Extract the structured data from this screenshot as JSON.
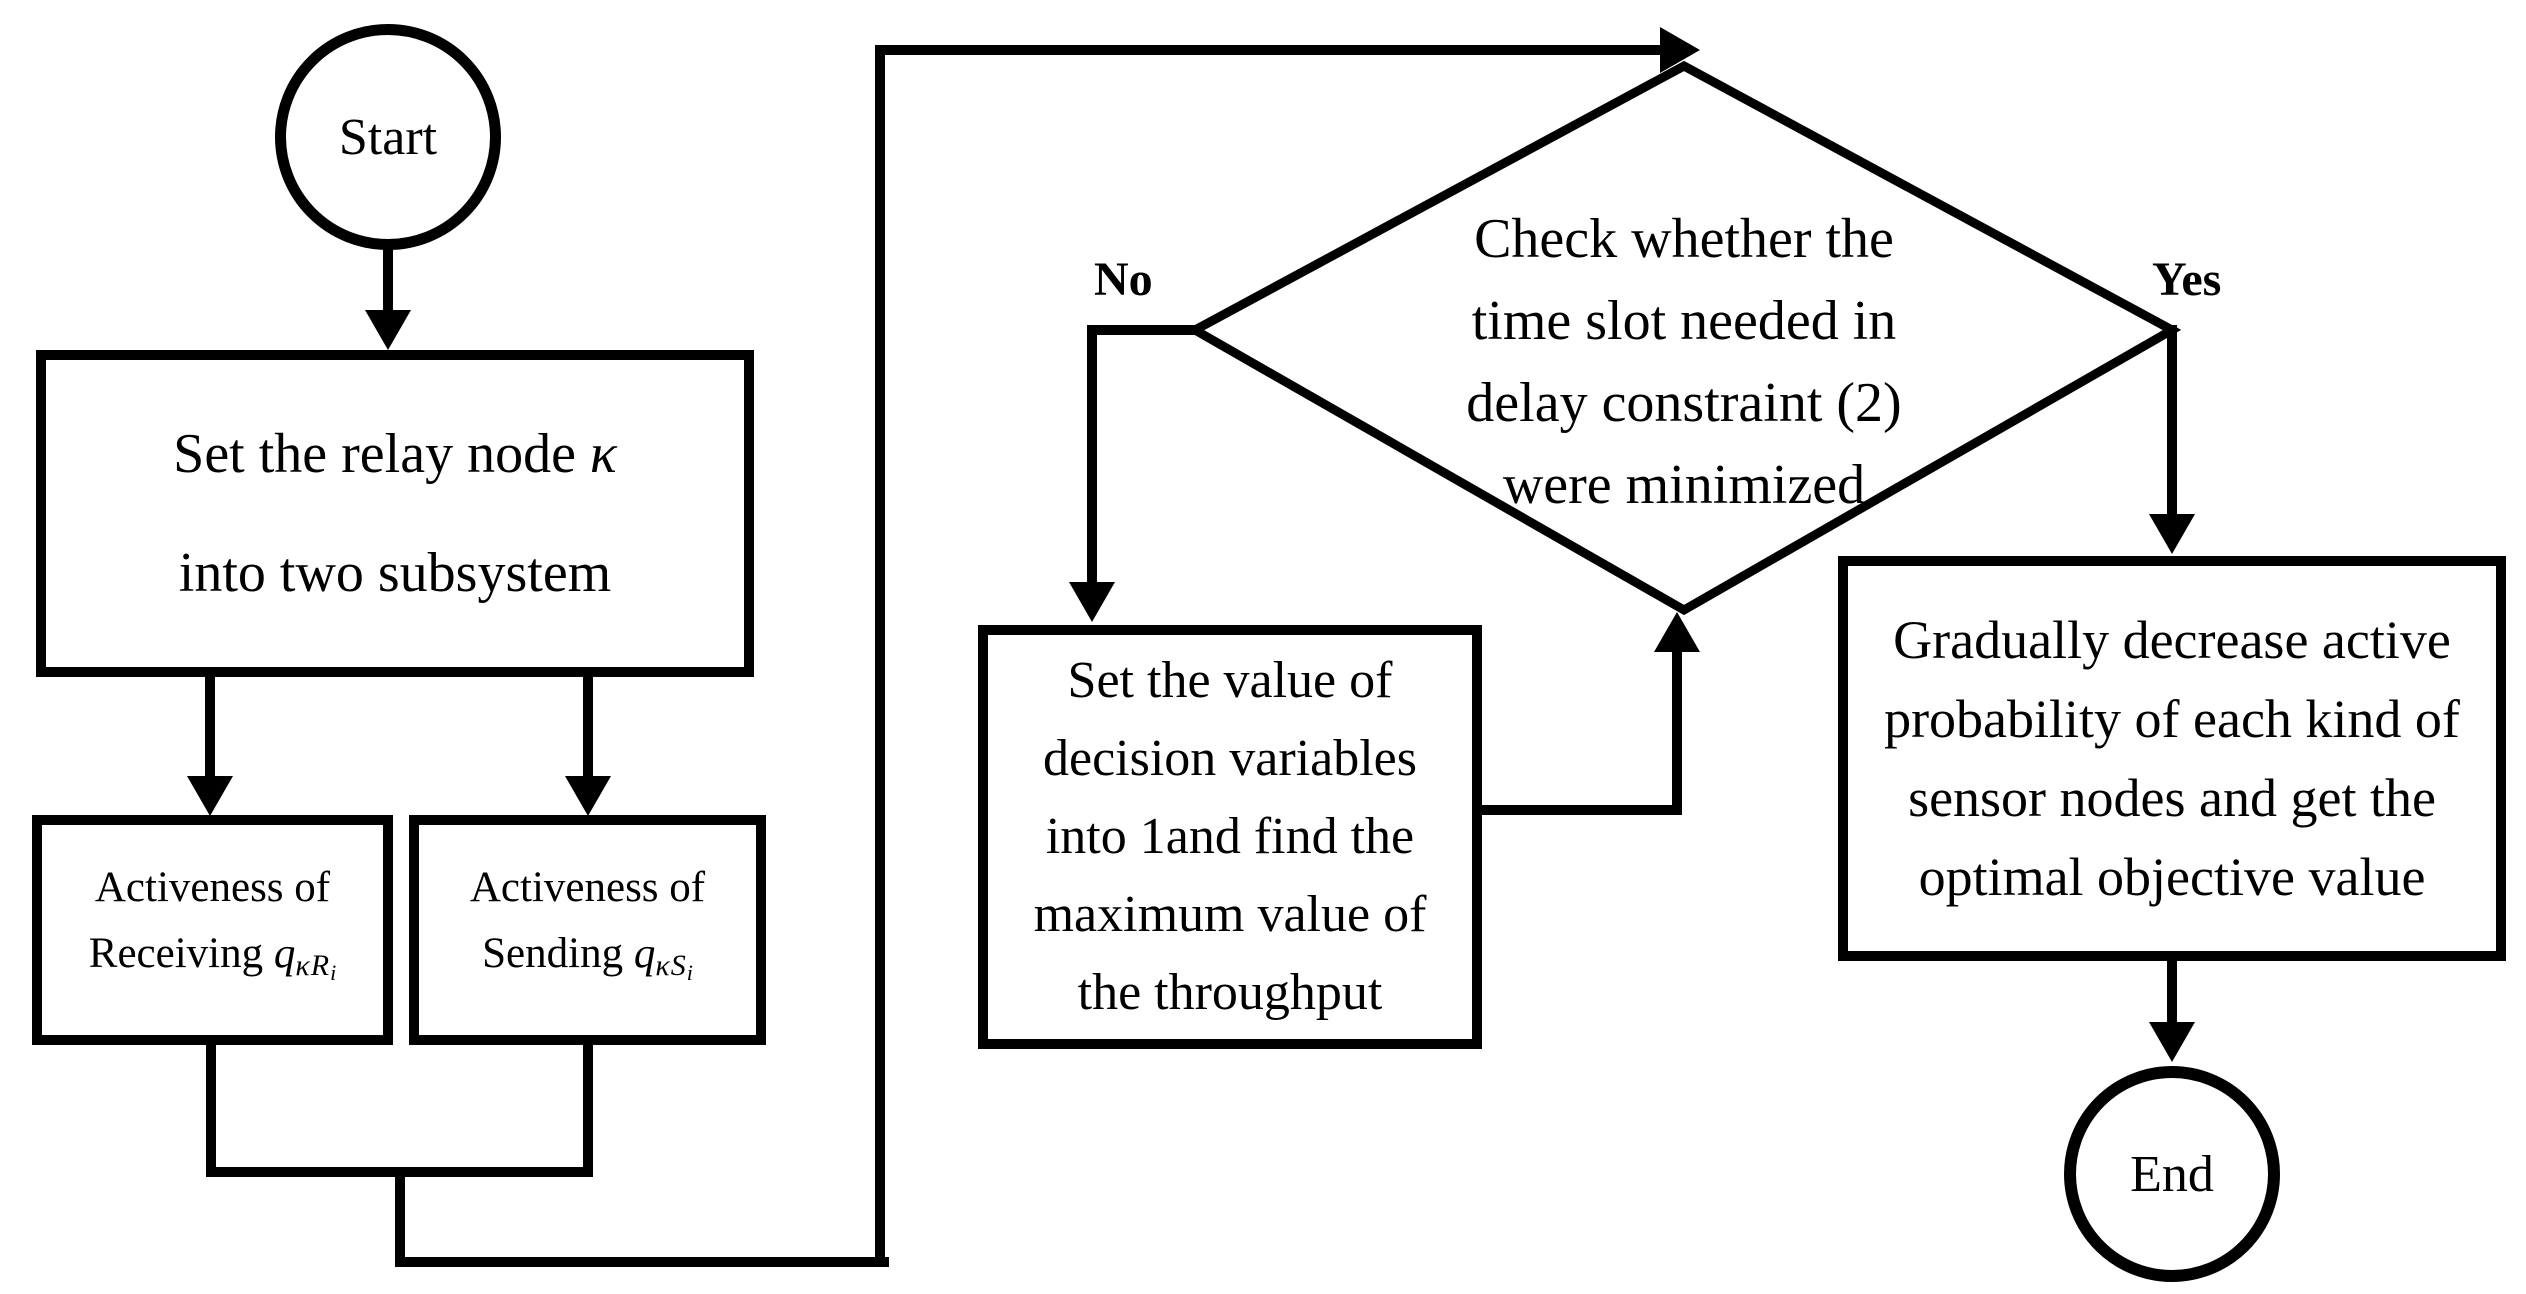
{
  "nodes": {
    "start": {
      "label": "Start"
    },
    "split": {
      "line1_prefix": "Set the relay node ",
      "line1_symbol": "κ",
      "line2": "into two subsystem"
    },
    "receiving": {
      "line1": "Activeness of",
      "line2_prefix": "Receiving ",
      "math": {
        "base": "q",
        "sub": "κR",
        "subsub": "i"
      }
    },
    "sending": {
      "line1": "Activeness of",
      "line2_prefix": "Sending ",
      "math": {
        "base": "q",
        "sub": "κS",
        "subsub": "i"
      }
    },
    "decision": {
      "lines": [
        "Check whether the",
        "time slot needed in",
        "delay constraint (2)",
        "were minimized"
      ]
    },
    "set_value": {
      "lines": [
        "Set the value of",
        "decision variables",
        "into 1and find the",
        "maximum value of",
        "the throughput"
      ]
    },
    "decrease": {
      "lines": [
        "Gradually decrease active",
        "probability of each kind of",
        "sensor nodes and get the",
        "optimal objective value"
      ]
    },
    "end": {
      "label": "End"
    }
  },
  "edges": {
    "no_label": "No",
    "yes_label": "Yes"
  },
  "colors": {
    "ink": "#000000",
    "background": "#ffffff"
  }
}
